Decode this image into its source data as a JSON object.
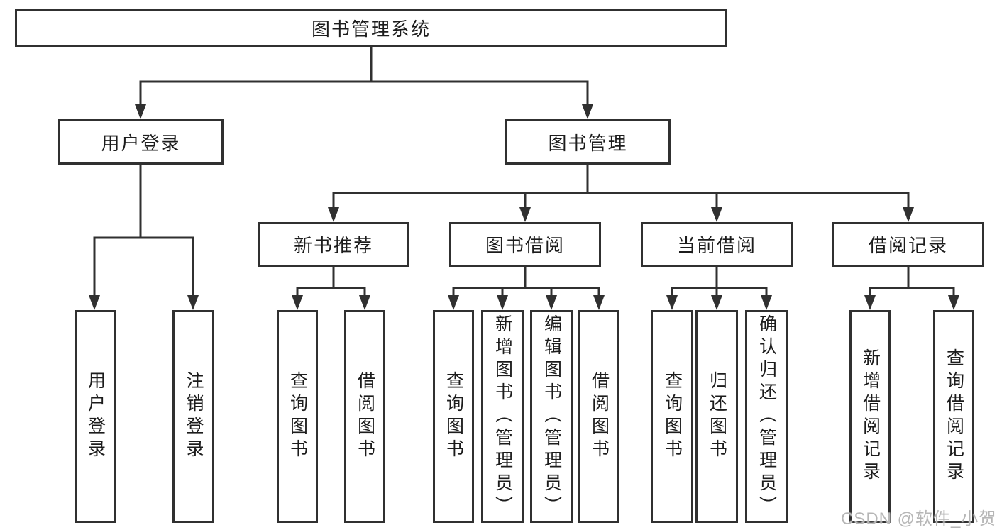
{
  "tree": {
    "root": "图书管理系统",
    "children": [
      {
        "label": "用户登录",
        "children": [
          {
            "label": "用户登录"
          },
          {
            "label": "注销登录"
          }
        ]
      },
      {
        "label": "图书管理",
        "children": [
          {
            "label": "新书推荐",
            "children": [
              {
                "label": "查询图书"
              },
              {
                "label": "借阅图书"
              }
            ]
          },
          {
            "label": "图书借阅",
            "children": [
              {
                "label": "查询图书"
              },
              {
                "label": "新增图书（管理员）"
              },
              {
                "label": "编辑图书（管理员）"
              },
              {
                "label": "借阅图书"
              }
            ]
          },
          {
            "label": "当前借阅",
            "children": [
              {
                "label": "查询图书"
              },
              {
                "label": "归还图书"
              },
              {
                "label": "确认归还（管理员）"
              }
            ]
          },
          {
            "label": "借阅记录",
            "children": [
              {
                "label": "新增借阅记录"
              },
              {
                "label": "查询借阅记录"
              }
            ]
          }
        ]
      }
    ]
  },
  "watermark": {
    "text": "CSDN @软件_小贺同学"
  },
  "colors": {
    "line": "#303030",
    "text": "#1c1c1c",
    "watermark": "#b6b6b6",
    "background": "#ffffff"
  }
}
